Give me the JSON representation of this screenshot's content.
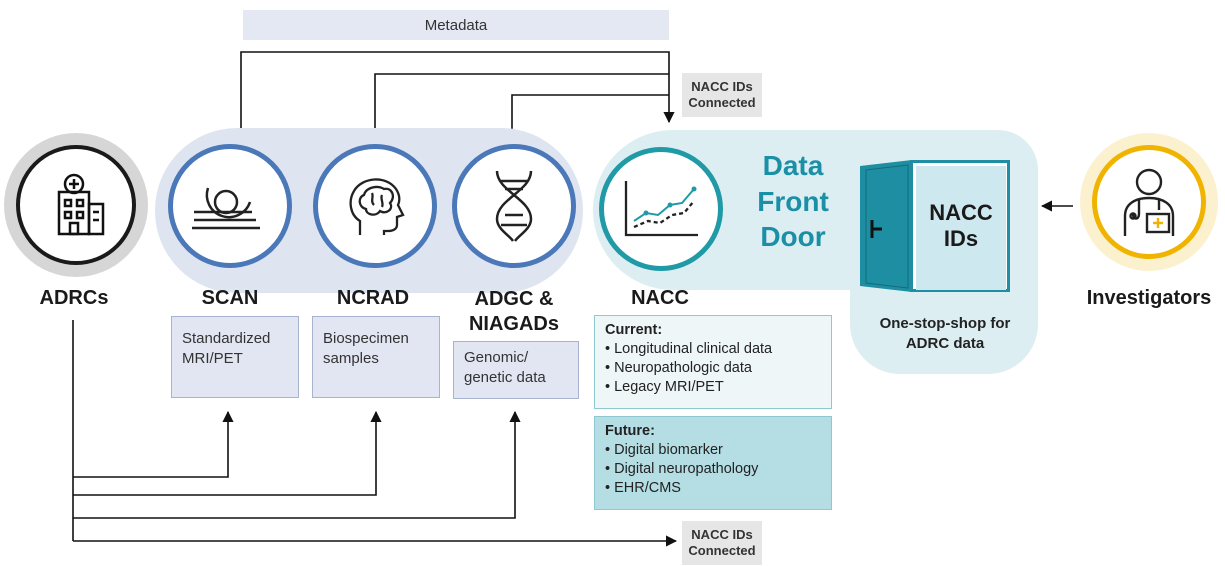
{
  "metadata_label": "Metadata",
  "nacc_ids_connected": "NACC IDs Connected",
  "nodes": {
    "adrcs": {
      "label": "ADRCs"
    },
    "scan": {
      "label": "SCAN",
      "desc": "Standardized MRI/PET"
    },
    "ncrad": {
      "label": "NCRAD",
      "desc": "Biospecimen samples"
    },
    "adgc": {
      "label": "ADGC & NIAGADs",
      "desc": "Genomic/ genetic data"
    },
    "nacc": {
      "label": "NACC"
    },
    "investigators": {
      "label": "Investigators"
    }
  },
  "data_front_door": {
    "title": "Data Front Door",
    "door_label": "NACC IDs",
    "caption": "One-stop-shop for ADRC data"
  },
  "nacc_current": {
    "heading": "Current:",
    "items": [
      "• Longitudinal clinical data",
      "• Neuropathologic data",
      "• Legacy MRI/PET"
    ]
  },
  "nacc_future": {
    "heading": "Future:",
    "items": [
      "• Digital biomarker",
      "• Digital neuropathology",
      "• EHR/CMS"
    ]
  },
  "colors": {
    "blue_ring": "#4a78b8",
    "teal_ring": "#1f9aa6",
    "gold_ring": "#f0b400",
    "title_teal": "#1a8fa6"
  },
  "icons": {
    "adrcs": "hospital-building-icon",
    "scan": "mri-scanner-icon",
    "ncrad": "brain-head-icon",
    "adgc": "dna-helix-icon",
    "nacc": "line-chart-icon",
    "investigators": "doctor-icon",
    "front_door": "open-door-icon"
  }
}
